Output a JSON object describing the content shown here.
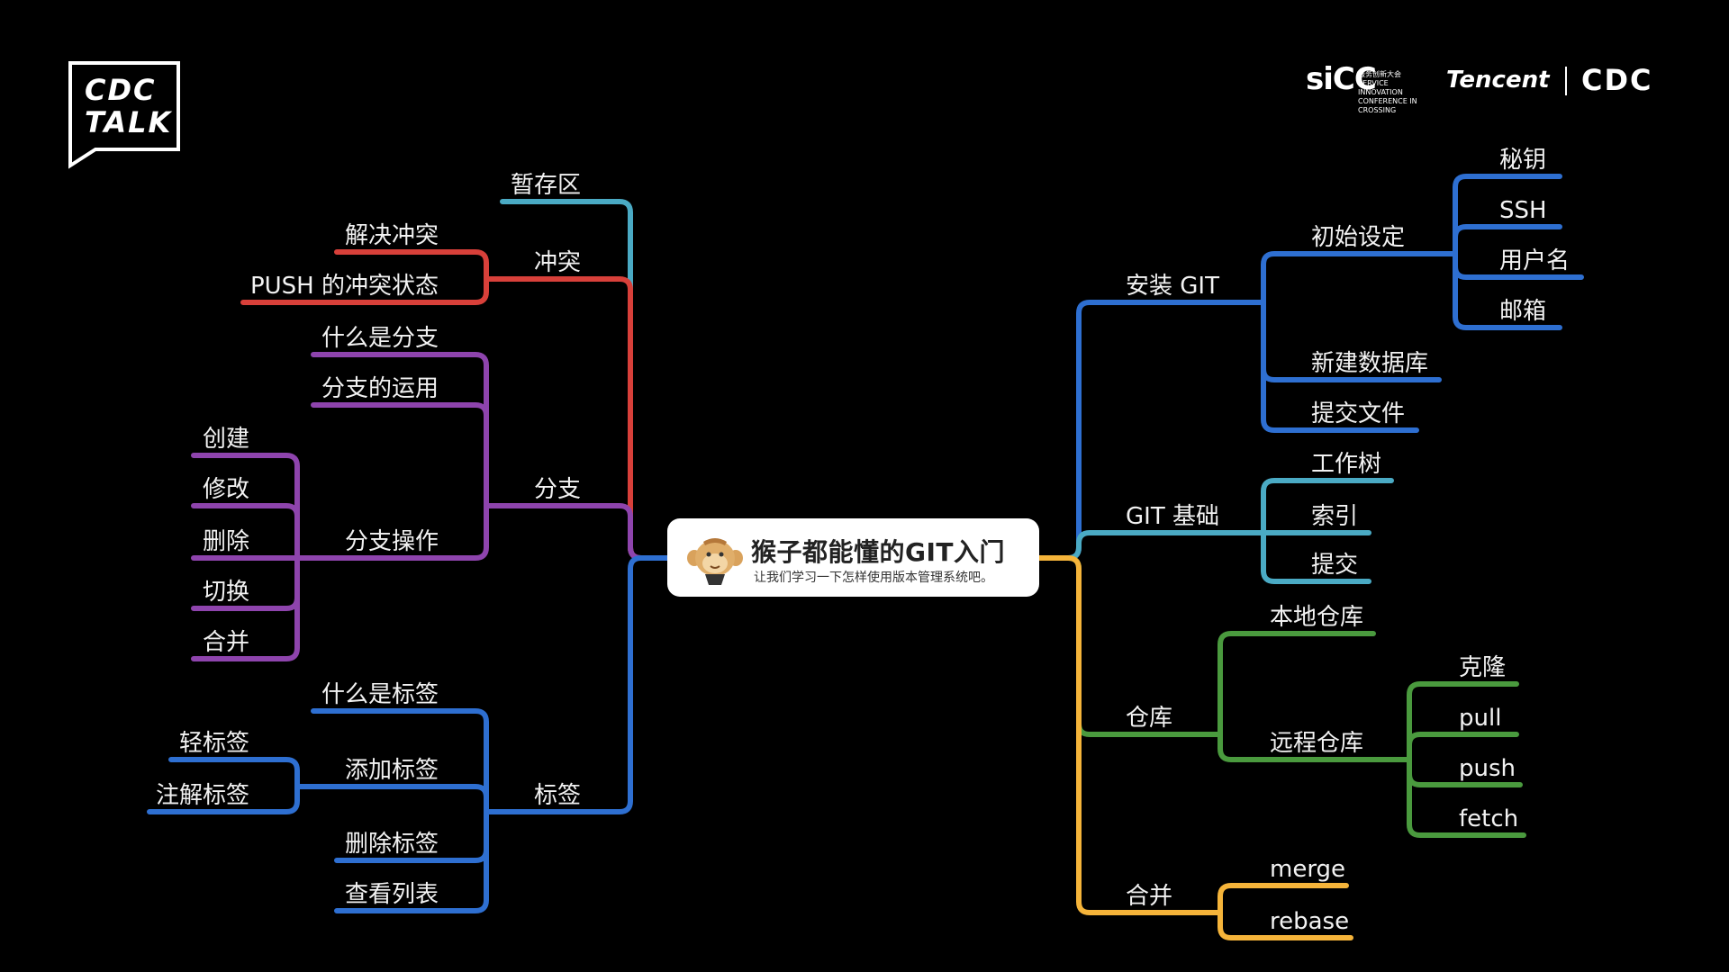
{
  "logos": {
    "cdc_talk": [
      "CDC",
      "TALK"
    ],
    "sicc": "siCC",
    "sicc_caption": "服务创新大会 SERVICE INNOVATION CONFERENCE IN CROSSING",
    "tencent": "Tencent",
    "cdc": "CDC"
  },
  "center": {
    "title": "猴子都能懂的GIT入门",
    "subtitle": "让我们学习一下怎样使用版本管理系统吧。"
  },
  "colors": {
    "background": "#000000",
    "teal": "#4aaac4",
    "red": "#d8403a",
    "purple": "#8e44ad",
    "blue": "#2e6fd1",
    "green": "#4a9a3e",
    "yellow": "#f5b43a"
  },
  "left": {
    "stash": "暂存区",
    "conflict": "冲突",
    "conflict_items": [
      "解决冲突",
      "PUSH 的冲突状态"
    ],
    "branch": "分支",
    "branch_items": [
      "什么是分支",
      "分支的运用",
      "分支操作"
    ],
    "branch_ops": [
      "创建",
      "修改",
      "删除",
      "切换",
      "合并"
    ],
    "tag": "标签",
    "tag_items": [
      "什么是标签",
      "添加标签",
      "删除标签",
      "查看列表"
    ],
    "tag_add_items": [
      "轻标签",
      "注解标签"
    ]
  },
  "right": {
    "install": "安装 GIT",
    "install_items": [
      "初始设定",
      "新建数据库",
      "提交文件"
    ],
    "initial_setup_items": [
      "秘钥",
      "SSH",
      "用户名",
      "邮箱"
    ],
    "basics": "GIT 基础",
    "basics_items": [
      "工作树",
      "索引",
      "提交"
    ],
    "repo": "仓库",
    "repo_items": [
      "本地仓库",
      "远程仓库"
    ],
    "remote_items": [
      "克隆",
      "pull",
      "push",
      "fetch"
    ],
    "merge": "合并",
    "merge_items": [
      "merge",
      "rebase"
    ]
  }
}
